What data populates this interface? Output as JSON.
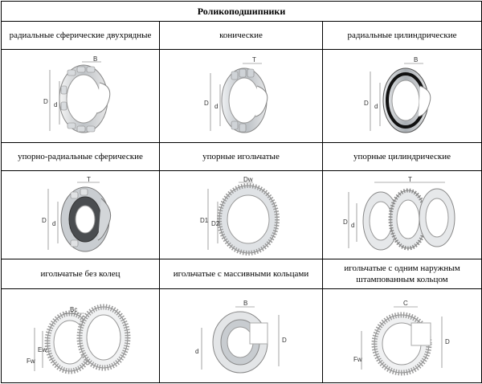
{
  "title": "Роликоподшипники",
  "rows": [
    {
      "labels": [
        "радиальные  сферические двухрядные",
        "конические",
        "радиальные  цилиндрические"
      ],
      "images": [
        {
          "icon": "spherical-double-row-roller-bearing-icon",
          "dims": [
            "B",
            "D",
            "d"
          ]
        },
        {
          "icon": "tapered-roller-bearing-icon",
          "dims": [
            "T",
            "D",
            "d"
          ]
        },
        {
          "icon": "cylindrical-roller-bearing-icon",
          "dims": [
            "B",
            "D",
            "d"
          ]
        }
      ]
    },
    {
      "labels": [
        "упорно-радиальные  сферические",
        "упорные  игольчатые",
        "упорные  цилиндрические"
      ],
      "images": [
        {
          "icon": "spherical-thrust-roller-bearing-icon",
          "dims": [
            "T",
            "D",
            "d"
          ]
        },
        {
          "icon": "needle-thrust-bearing-icon",
          "dims": [
            "Dw",
            "D1",
            "D2"
          ]
        },
        {
          "icon": "cylindrical-thrust-roller-bearing-icon",
          "dims": [
            "T",
            "D",
            "d"
          ]
        }
      ]
    },
    {
      "labels": [
        "игольчатые без колец",
        "игольчатые с массивными  кольцами",
        "игольчатые с одним наружным штампованным  кольцом"
      ],
      "images": [
        {
          "icon": "needle-cage-bearing-icon",
          "dims": [
            "Bc",
            "Ew",
            "Fw"
          ]
        },
        {
          "icon": "needle-bearing-solid-rings-icon",
          "dims": [
            "B",
            "D",
            "d"
          ]
        },
        {
          "icon": "drawn-cup-needle-bearing-icon",
          "dims": [
            "C",
            "D",
            "Fw"
          ]
        }
      ]
    }
  ]
}
